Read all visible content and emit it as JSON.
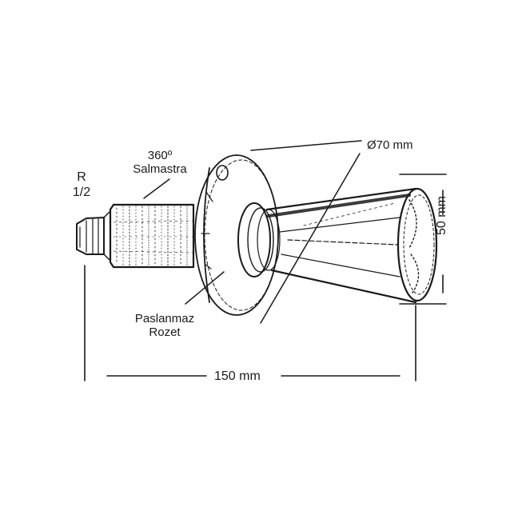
{
  "labels": {
    "thread_r": "R",
    "thread_size": "1/2",
    "gasket_line1": "360º",
    "gasket_line2": "Salmastra",
    "rosette_line1": "Paslanmaz",
    "rosette_line2": "Rozet",
    "diameter": "Ø70 mm",
    "length": "150 mm",
    "height": "50 mm"
  },
  "colors": {
    "line": "#1a1a1a",
    "background": "#ffffff"
  }
}
